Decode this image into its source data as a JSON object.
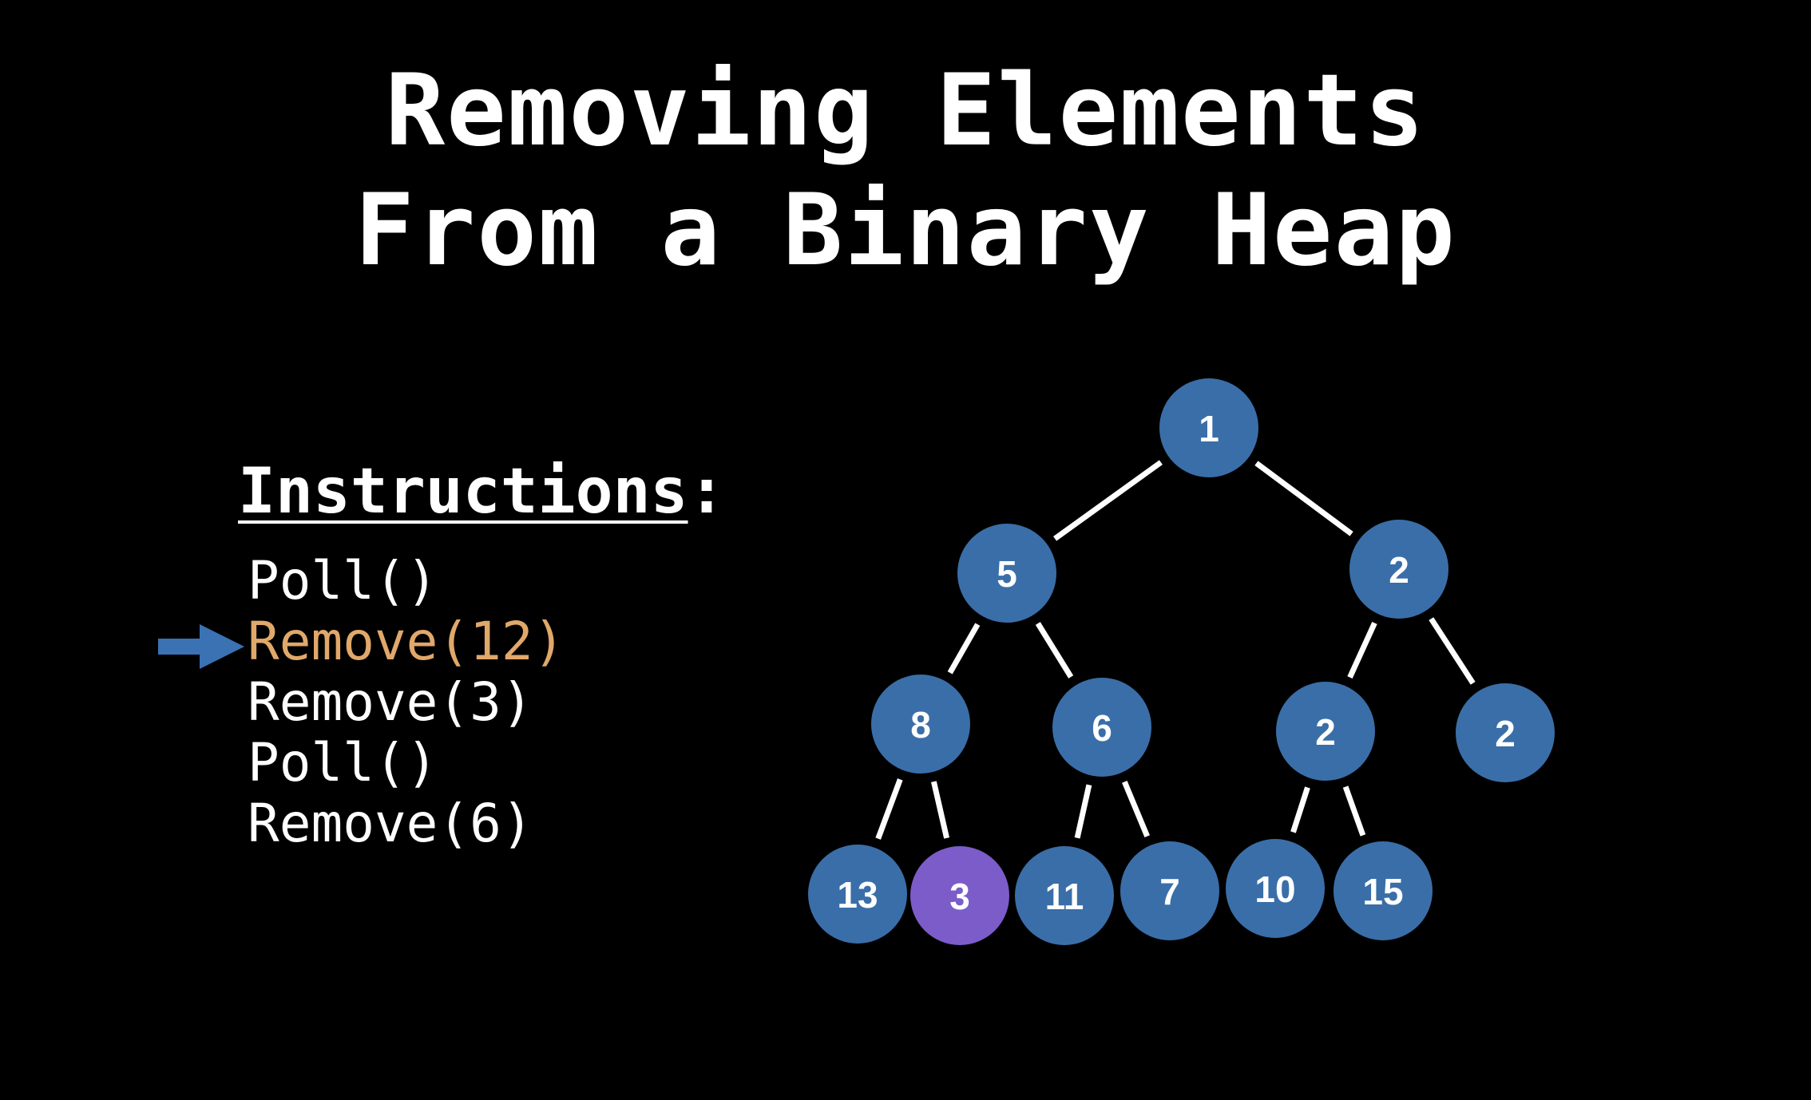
{
  "title": {
    "line1": "Removing Elements",
    "line2": "From a Binary Heap"
  },
  "instructions": {
    "heading": "Instructions",
    "colon": ":",
    "active_index": 1,
    "items": [
      "Poll()",
      "Remove(12)",
      "Remove(3)",
      "Poll()",
      "Remove(6)"
    ]
  },
  "pointer": {
    "icon": "right-arrow-icon",
    "color": "#3a72b4"
  },
  "colors": {
    "node": "#3a6ea8",
    "highlight_node": "#7b5cc9",
    "edge": "#ffffff",
    "active_instruction": "#e0a86a",
    "text": "#ffffff"
  },
  "heap": {
    "nodes": [
      {
        "value": "1"
      },
      {
        "value": "5"
      },
      {
        "value": "2"
      },
      {
        "value": "8"
      },
      {
        "value": "6"
      },
      {
        "value": "2"
      },
      {
        "value": "2"
      },
      {
        "value": "13"
      },
      {
        "value": "3",
        "highlighted": true
      },
      {
        "value": "11"
      },
      {
        "value": "7"
      },
      {
        "value": "10"
      },
      {
        "value": "15"
      }
    ]
  }
}
